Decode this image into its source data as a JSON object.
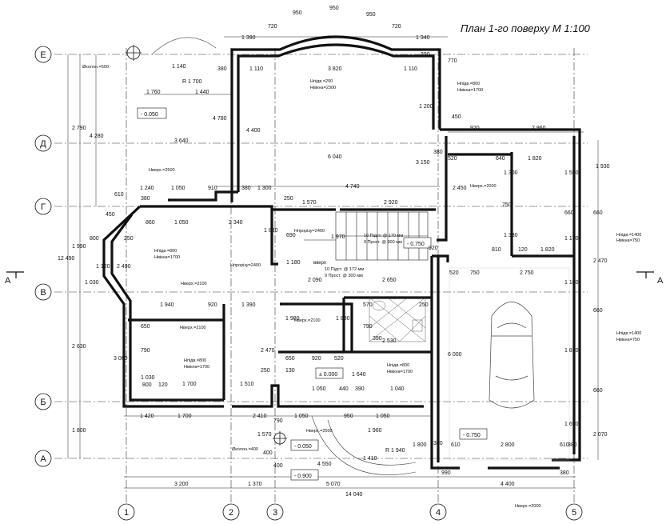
{
  "title": "План 1-го поверху М 1:100",
  "grid_rows": [
    "Е",
    "Д",
    "Г",
    "В",
    "Б",
    "А"
  ],
  "grid_cols": [
    "1",
    "2",
    "3",
    "4",
    "5"
  ],
  "section_mark": "А",
  "dims": {
    "top_arc": [
      "950",
      "950",
      "720",
      "720",
      "950"
    ],
    "top_row": [
      "1 390",
      "1 340",
      "1 140",
      "380",
      "1 110",
      "3 820",
      "1 110",
      "390",
      "770"
    ],
    "r1700": "R 1 700",
    "row2": [
      "1 760",
      "1 440"
    ],
    "r1200": "1 200",
    "left_col": [
      "2 790",
      "12 490",
      "1 990",
      "2 630",
      "1 800",
      "4 280",
      "3 640",
      "4 780",
      "4 400"
    ],
    "mid": [
      "6 040",
      "3 150",
      "4 740",
      "2 920",
      "1 570",
      "1 240",
      "1 050",
      "910",
      "380",
      "380",
      "1 300",
      "250",
      "610"
    ],
    "right_top": [
      "920",
      "2 960",
      "520",
      "640",
      "1 820",
      "1 300",
      "1 550",
      "1 930",
      "450",
      "380",
      "2 450",
      "750",
      "1 330",
      "810",
      "120",
      "1 820",
      "660",
      "660",
      "2 470",
      "660",
      "660",
      "2 070",
      "1 170"
    ],
    "hall": [
      "860",
      "1 050",
      "2 340",
      "1 830",
      "690",
      "1 970",
      "1 180",
      "2 490",
      "1 030",
      "1 120",
      "250",
      "800",
      "450"
    ],
    "stairs": [
      "920",
      "520",
      "750",
      "2 750",
      "2 090",
      "2 650",
      "1 180",
      "1 810"
    ],
    "lower": [
      "1 940",
      "920",
      "1 390",
      "1 980",
      "1 880",
      "570",
      "250",
      "790",
      "390",
      "2 530",
      "650",
      "920",
      "520",
      "6 000",
      "650",
      "790",
      "3 060",
      "2 470",
      "250",
      "130",
      "1 700",
      "1 510",
      "800",
      "120",
      "1 030",
      "1 640",
      "1 050",
      "440",
      "390",
      "1 040"
    ],
    "bottom": [
      "1 420",
      "1 700",
      "2 410",
      "790",
      "1 050",
      "950",
      "1 050",
      "1 570",
      "400",
      "400",
      "1 960",
      "1 410",
      "R 1 940",
      "1 800",
      "380",
      "610",
      "2 800",
      "610",
      "380",
      "1 690"
    ],
    "bottom_totals": [
      "3 200",
      "1 370",
      "4 550",
      "5 070",
      "990",
      "4 400",
      "380",
      "14 040"
    ],
    "levels": [
      "- 0.050",
      "- 0.750",
      "± 0.000",
      "- 0.750",
      "- 0.050",
      "- 0.900"
    ]
  },
  "notes": {
    "hkol500": "Øколон.=500",
    "hkol400": "Øколон.=400",
    "win_top_a": "Hпідв.=200",
    "win_top_b": "Hвікна=2300",
    "win_r1_a": "Hпідв.=800",
    "win_r1_b": "Hвікна=1700",
    "hverh2500": "Hверх.=2500",
    "hverh2000": "Hверх.=2000",
    "hproriz2400a": "Hпрорізу=2400",
    "hproriz2400b": "Hпрорізу=2400",
    "hverh2100a": "Hверх.=2100",
    "hverh2100b": "Hверх.=2100",
    "hverh2100c": "Hверх.=2100",
    "win_l_a": "Hпідв.=800",
    "win_l_b": "Hвікна=1700",
    "win_b_a": "Hпідв.=800",
    "win_b_b": "Hвікна=1700",
    "win_c_a": "Hпідв.=800",
    "win_c_b": "Hвікна=1700",
    "win_g1_a": "Hпідв.=1400",
    "win_g1_b": "Hвікна=750",
    "win_g2_a": "Hпідв.=1400",
    "win_g2_b": "Hвікна=750",
    "hverh2500b": "Hверх.=2500",
    "hverh2000b": "Hверх.=2000",
    "stair_a": "10 Підст. @ 170 мм",
    "stair_b": "9 Прост. @ 300 мм",
    "stair_c": "10 Підст. @ 172 мм",
    "stair_d": "9 Прост. @ 300 мм",
    "vverh": "вверх"
  }
}
